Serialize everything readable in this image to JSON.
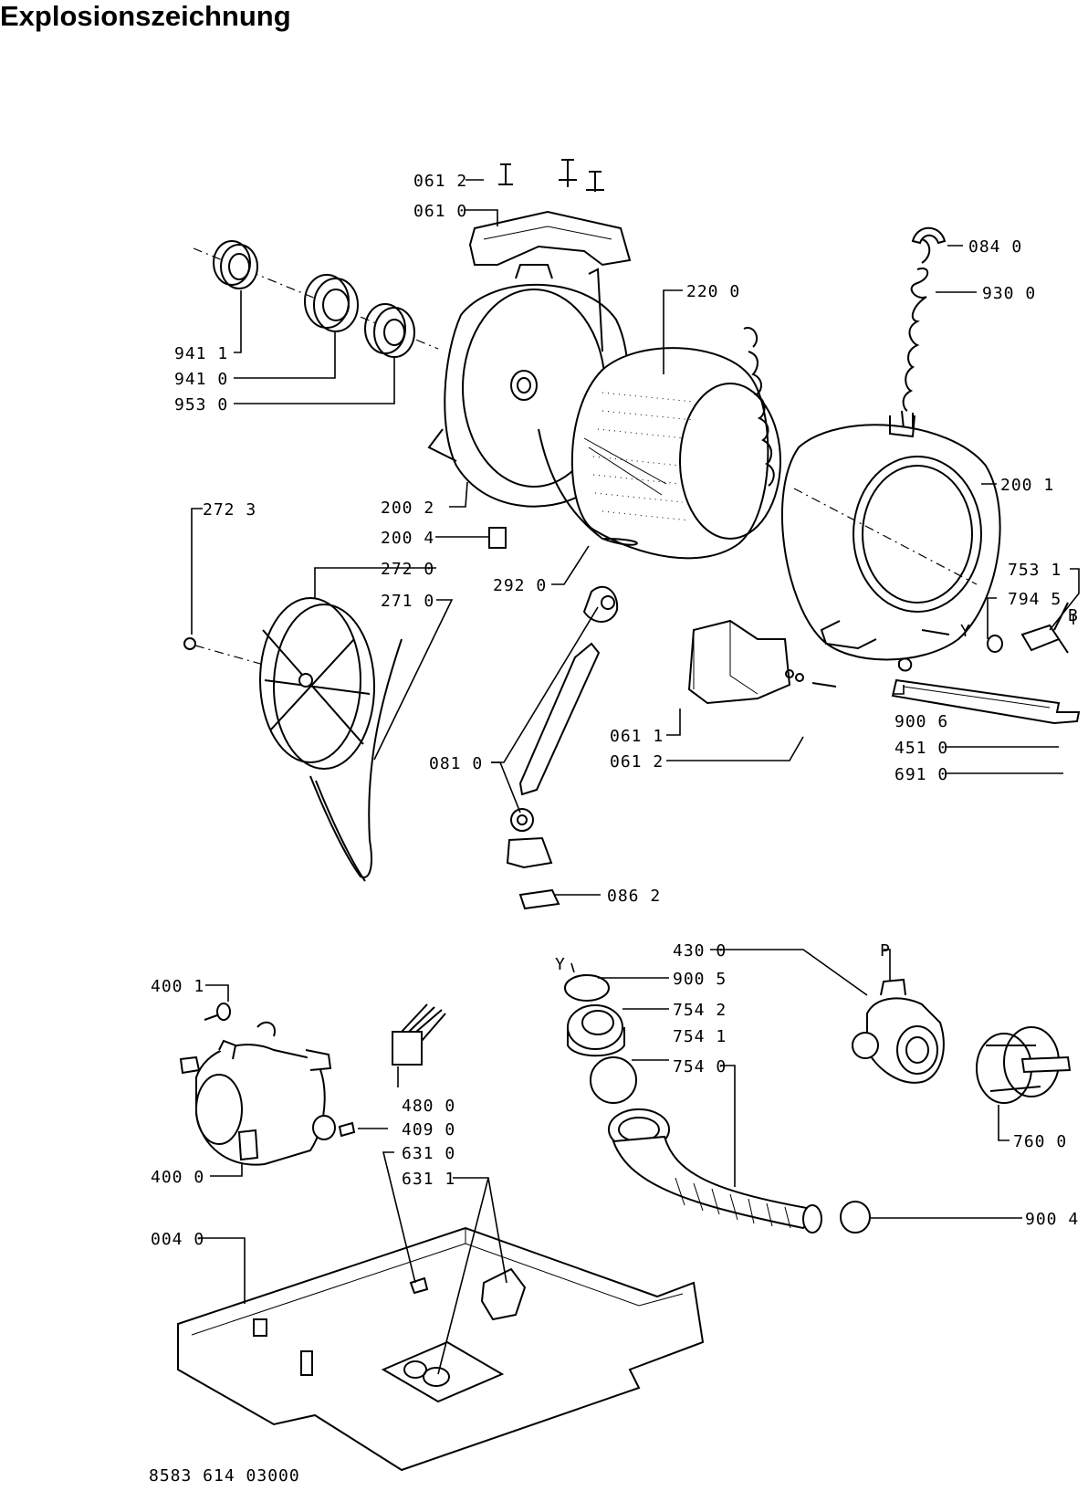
{
  "title": "Explosionszeichnung",
  "footer": "8583 614 03000",
  "labels": [
    "061 2",
    "061 0",
    "084 0",
    "930 0",
    "220 0",
    "941 1",
    "941 0",
    "953 0",
    "200 2",
    "200 1",
    "272 3",
    "200 4",
    "272 0",
    "271 0",
    "292 0",
    "753 1",
    "794 5",
    "B",
    "Y",
    "081 0",
    "061 1",
    "061 2",
    "900 6",
    "451 0",
    "691 0",
    "086 2",
    "430 0",
    "P",
    "Y",
    "900 5",
    "754 2",
    "754 1",
    "754 0",
    "400 1",
    "480 0",
    "409 0",
    "400 0",
    "631 0",
    "631 1",
    "760 0",
    "004 0",
    "900 4"
  ]
}
